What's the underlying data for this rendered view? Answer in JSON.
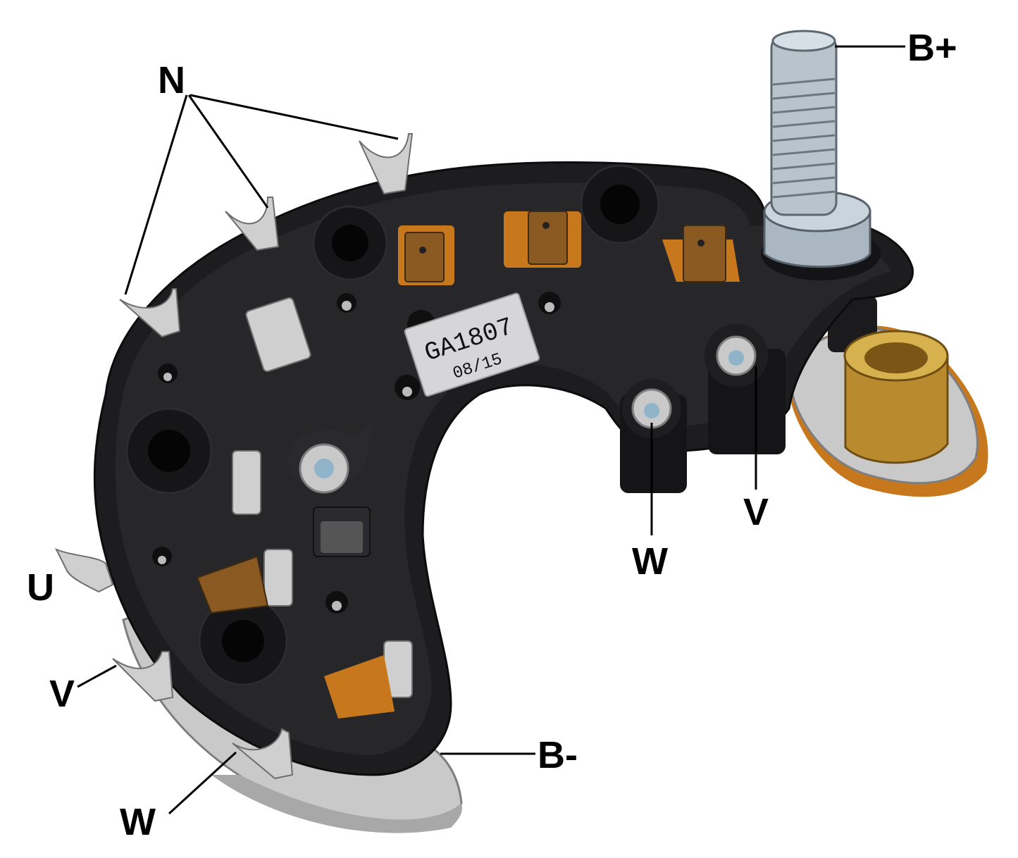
{
  "labels": {
    "b_plus": "B+",
    "b_minus": "B-",
    "n": "N",
    "u": "U",
    "v_left": "V",
    "w_left": "W",
    "v_right": "V",
    "w_right": "W"
  },
  "sticker": {
    "code": "GA1807",
    "date": "08/15"
  },
  "colors": {
    "board": "#1d1d1f",
    "plate": "#c9c9c9",
    "brass": "#c79a3a",
    "label": "#000000"
  }
}
